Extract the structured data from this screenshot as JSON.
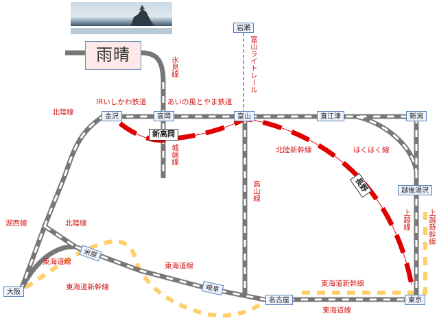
{
  "title": "雨晴",
  "photo_icon": "amaharashi-coast-rock-photo",
  "colors": {
    "jr_line_dark": "#777777",
    "jr_line_light": "#ffffff",
    "shinkansen_red": "#e00000",
    "tokaido_shinkansen": "#ffcf6b",
    "light_rail": "#6aa7e8",
    "label_red": "#d31b1b",
    "station_border": "#5a7fb0"
  },
  "stations": {
    "iwase": "岩瀬",
    "kanazawa": "金沢",
    "takaoka": "高岡",
    "shin_takaoka": "新高岡",
    "toyama": "富山",
    "naoetsu": "直江津",
    "niigata": "新潟",
    "echigo_yuzawa": "越後湯沢",
    "nagano": "長野",
    "maibara": "米原",
    "gifu": "岐阜",
    "osaka": "大阪",
    "nagoya": "名古屋",
    "tokyo": "東京"
  },
  "lines": {
    "himi": "氷見線",
    "johana": "城端線",
    "toyama_light_rail": "富山ライトレール",
    "ir_ishikawa": "IRいしかわ鉄道",
    "ainokaze": "あいの風とやま鉄道",
    "hokuriku_top": "北陸線",
    "hokuriku_left": "北陸線",
    "hokuriku_shinkansen": "北陸新幹線",
    "hokuhoku": "ほくほく線",
    "takayama": "高山線",
    "kosei": "湖西線",
    "joetsu": "上越線",
    "joetsu_shinkansen": "上越新幹線",
    "tokaido_left": "東海道線",
    "tokaido_mid": "東海道線",
    "tokaido_bottom": "東海道線",
    "tokaido_shinkansen_left": "東海道新幹線",
    "tokaido_shinkansen_right": "東海道新幹線"
  }
}
